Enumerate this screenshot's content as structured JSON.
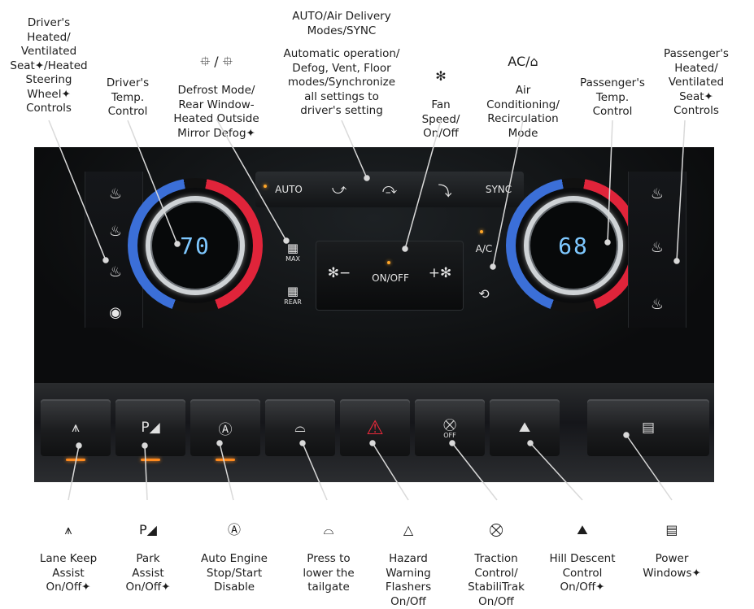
{
  "labels": {
    "drivers_seat": "Driver's\nHeated/\nVentilated\nSeat✦/Heated\nSteering\nWheel✦\nControls",
    "drivers_temp": "Driver's\nTemp.\nControl",
    "defrost_icons": "⯐ / ⯐",
    "defrost": "Defrost Mode/\nRear Window-\nHeated Outside\nMirror Defog✦",
    "auto_title": "AUTO/Air Delivery\nModes/SYNC",
    "auto_desc": "Automatic operation/\nDefog, Vent, Floor\nmodes/Synchronize\nall settings to\ndriver's setting",
    "fan_icon": "✻",
    "fan": "Fan\nSpeed/\nOn/Off",
    "ac_title": "AC/⌂",
    "ac": "Air\nConditioning/\nRecirculation\nMode",
    "passenger_temp": "Passenger's\nTemp.\nControl",
    "passenger_seat": "Passenger's\nHeated/\nVentilated\nSeat✦\nControls",
    "lane_icon": "⩚",
    "lane": "Lane Keep\nAssist\nOn/Off✦",
    "park_icon": "P◢",
    "park": "Park\nAssist\nOn/Off✦",
    "auto_stop_icon": "Ⓐ",
    "auto_stop": "Auto Engine\nStop/Start\nDisable",
    "tailgate_icon": "⌓",
    "tailgate": "Press to\nlower the\ntailgate",
    "hazard_icon": "△",
    "hazard": "Hazard\nWarning\nFlashers\nOn/Off",
    "traction_icon": "⛒",
    "traction": "Traction\nControl/\nStabiliTrak\nOn/Off",
    "hill_icon": "⛰",
    "hill": "Hill Descent\nControl\nOn/Off✦",
    "windows_icon": "▤",
    "windows": "Power\nWindows✦"
  },
  "panel": {
    "driver_temp": "70",
    "passenger_temp": "68",
    "auto_btn": "AUTO",
    "sync_btn": "SYNC",
    "ac_btn": "A/C",
    "onoff_btn": "ON/OFF",
    "fan_down": "✻−",
    "fan_up": "+✻",
    "max_label": "MAX",
    "rear_label": "REAR",
    "park_btn": "P◢",
    "traction_off": "OFF"
  },
  "colors": {
    "accent_orange": "#ff8a1d",
    "cool_blue": "#3b6fd8",
    "warm_red": "#e0243a",
    "display_blue": "#7ec8ff",
    "hazard_red": "#e8283a"
  }
}
